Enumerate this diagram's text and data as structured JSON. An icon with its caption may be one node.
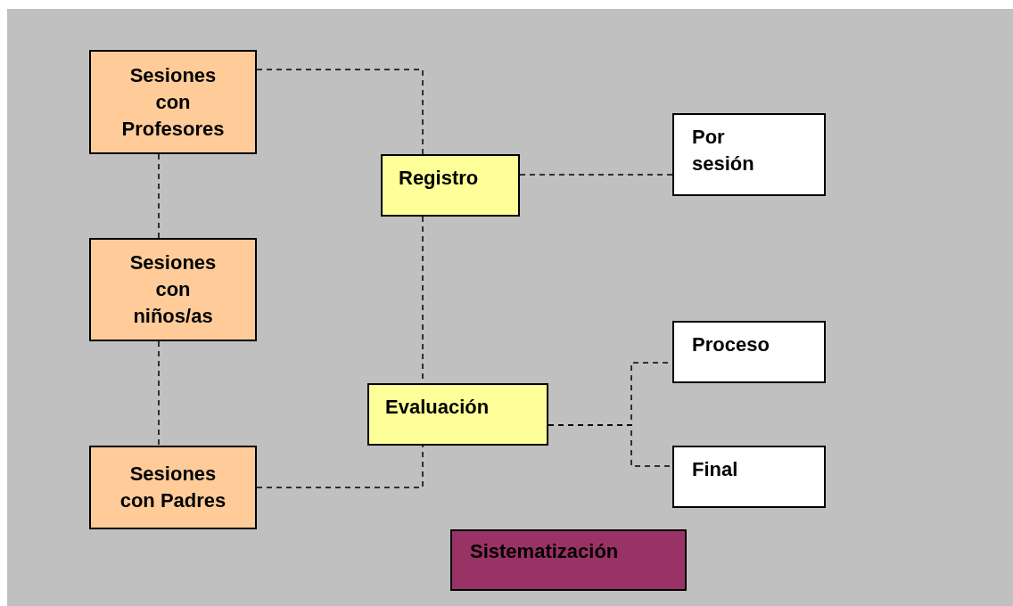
{
  "diagram": {
    "nodes": [
      {
        "text": [
          "Sesiones con Profesores"
        ]
      },
      {
        "text": [
          "Sesiones con niños/as"
        ]
      },
      {
        "text": [
          "Sesiones con Padres"
        ]
      },
      {
        "text": [
          "Registro"
        ]
      },
      {
        "text": [
          "Por sesión"
        ]
      },
      {
        "text": [
          "Evaluación"
        ]
      },
      {
        "text": [
          "Proceso"
        ]
      },
      {
        "text": [
          "Final"
        ]
      },
      {
        "text": [
          "Sistematización"
        ]
      }
    ],
    "edges": [
      {
        "from": 0,
        "to": 3,
        "arrow": "none",
        "style": "dashed"
      },
      {
        "from": 0,
        "to": 1,
        "arrow": "none",
        "style": "dashed"
      },
      {
        "from": 1,
        "to": 2,
        "arrow": "none",
        "style": "dashed"
      },
      {
        "from": 3,
        "to": 4,
        "arrow": "none",
        "style": "dashed"
      },
      {
        "from": 3,
        "to": 5,
        "arrow": "none",
        "style": "dashed"
      },
      {
        "from": 2,
        "to": 5,
        "arrow": "none",
        "style": "dashed"
      },
      {
        "from": 5,
        "to": 6,
        "arrow": "none",
        "style": "dashed"
      },
      {
        "from": 5,
        "to": 7,
        "arrow": "none",
        "style": "dashed"
      }
    ]
  }
}
